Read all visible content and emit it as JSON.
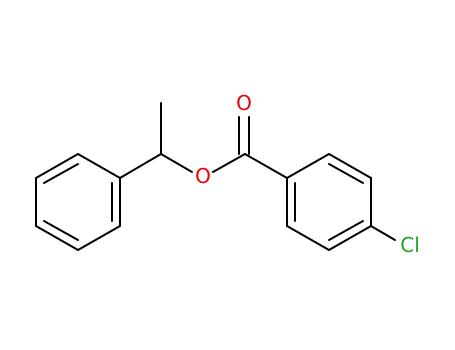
{
  "molecule": {
    "atoms": {
      "carbonyl_oxygen": {
        "symbol": "O",
        "color": "#e8000b"
      },
      "ester_oxygen": {
        "symbol": "O",
        "color": "#e8000b"
      },
      "chlorine": {
        "symbol": "Cl",
        "color": "#1fa51f"
      }
    },
    "bond_color": "#000000"
  }
}
